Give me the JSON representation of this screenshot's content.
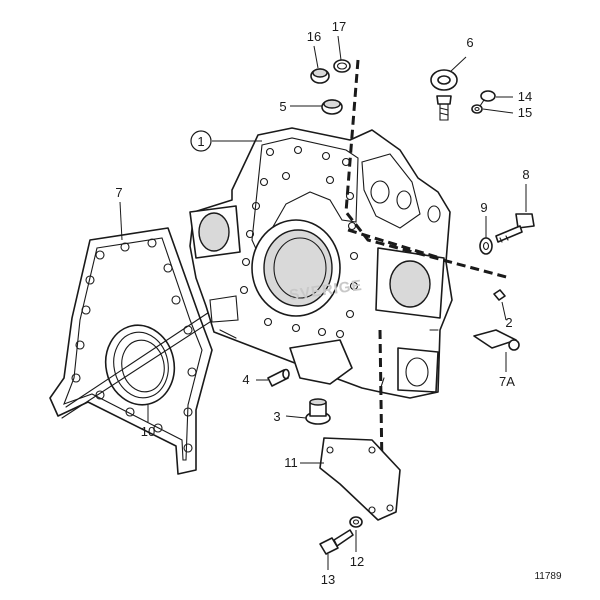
{
  "diagram": {
    "callouts": [
      {
        "id": "c1",
        "text": "1",
        "circled": true
      },
      {
        "id": "c2",
        "text": "2"
      },
      {
        "id": "c3",
        "text": "3"
      },
      {
        "id": "c4",
        "text": "4"
      },
      {
        "id": "c5",
        "text": "5"
      },
      {
        "id": "c6",
        "text": "6"
      },
      {
        "id": "c7",
        "text": "7"
      },
      {
        "id": "c7a",
        "text": "7A"
      },
      {
        "id": "c8",
        "text": "8"
      },
      {
        "id": "c9",
        "text": "9"
      },
      {
        "id": "c10",
        "text": "10"
      },
      {
        "id": "c11",
        "text": "11"
      },
      {
        "id": "c12",
        "text": "12"
      },
      {
        "id": "c13",
        "text": "13"
      },
      {
        "id": "c14",
        "text": "14"
      },
      {
        "id": "c15",
        "text": "15"
      },
      {
        "id": "c16",
        "text": "16"
      },
      {
        "id": "c17",
        "text": "17"
      }
    ],
    "drawing_number": "11789",
    "watermark": "SVERIGE"
  }
}
